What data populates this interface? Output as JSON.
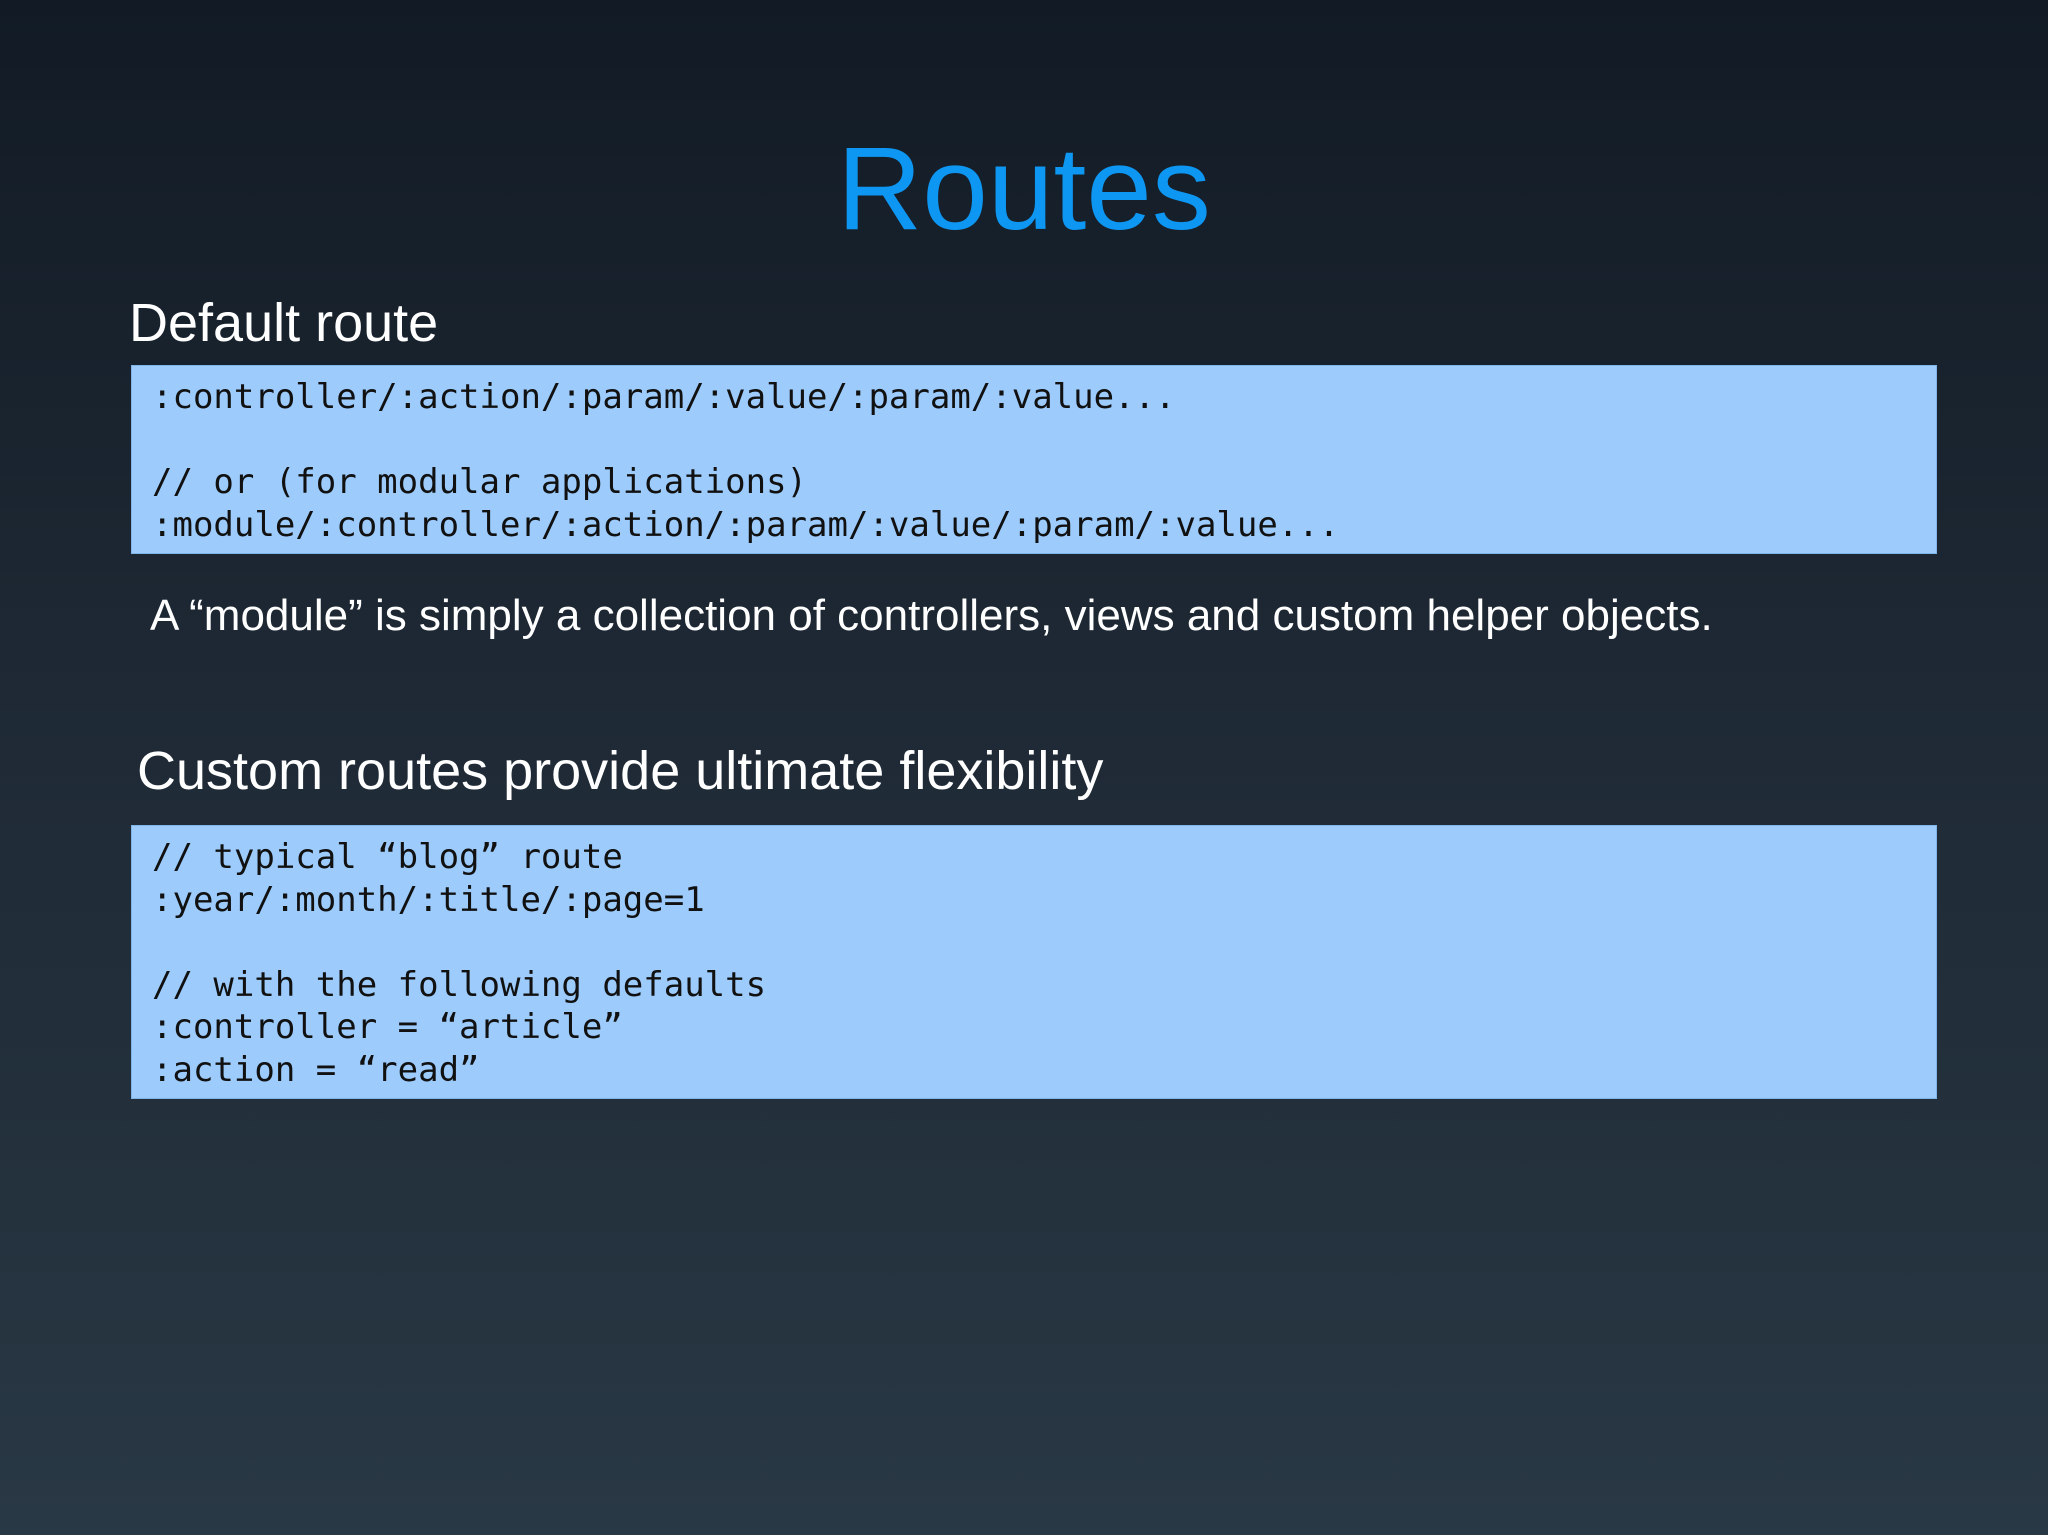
{
  "slide": {
    "title": "Routes",
    "title_color": "#0d96f2"
  },
  "default_route": {
    "heading": "Default route",
    "code_lines": [
      ":controller/:action/:param/:value/:param/:value...",
      "",
      "// or (for modular applications)",
      ":module/:controller/:action/:param/:value/:param/:value..."
    ]
  },
  "description": "A “module” is simply a collection of controllers, views and custom helper objects.",
  "custom_routes": {
    "heading": "Custom routes provide ultimate flexibility",
    "code_lines": [
      "// typical “blog” route",
      ":year/:month/:title/:page=1",
      "",
      "// with the following defaults",
      ":controller = “article”",
      ":action = “read”"
    ]
  },
  "colors": {
    "code_background": "#9ccbfc",
    "text": "#ffffff"
  }
}
